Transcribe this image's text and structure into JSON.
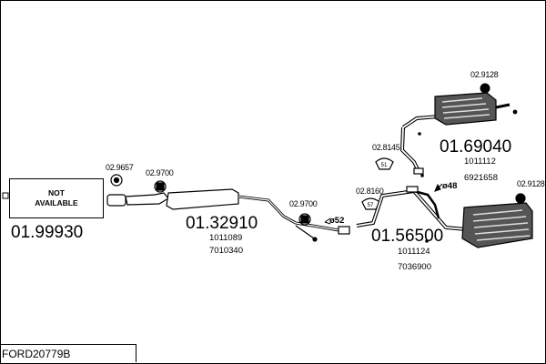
{
  "diagram_code": "FORD20779B",
  "not_available": [
    "NOT",
    "AVAILABLE"
  ],
  "parts": {
    "front_pipe": {
      "number": "01.99930"
    },
    "middle_silencer": {
      "number": "01.32910",
      "ref1": "1011089",
      "ref2": "7010340"
    },
    "rear_silencer_top": {
      "number": "01.69040",
      "ref1": "1011112",
      "ref2": "6921658"
    },
    "rear_silencer_bottom": {
      "number": "01.56500",
      "ref1": "1011124",
      "ref2": "7036900"
    }
  },
  "fittings": {
    "f1": "02.9657",
    "f2": "02.9700",
    "f3": "02.9700",
    "f4": "02.8145",
    "f5": "02.8160",
    "f6": "02.9128",
    "f7": "02.9128"
  },
  "dimensions": {
    "d52": "ø52",
    "d48": "ø48"
  }
}
